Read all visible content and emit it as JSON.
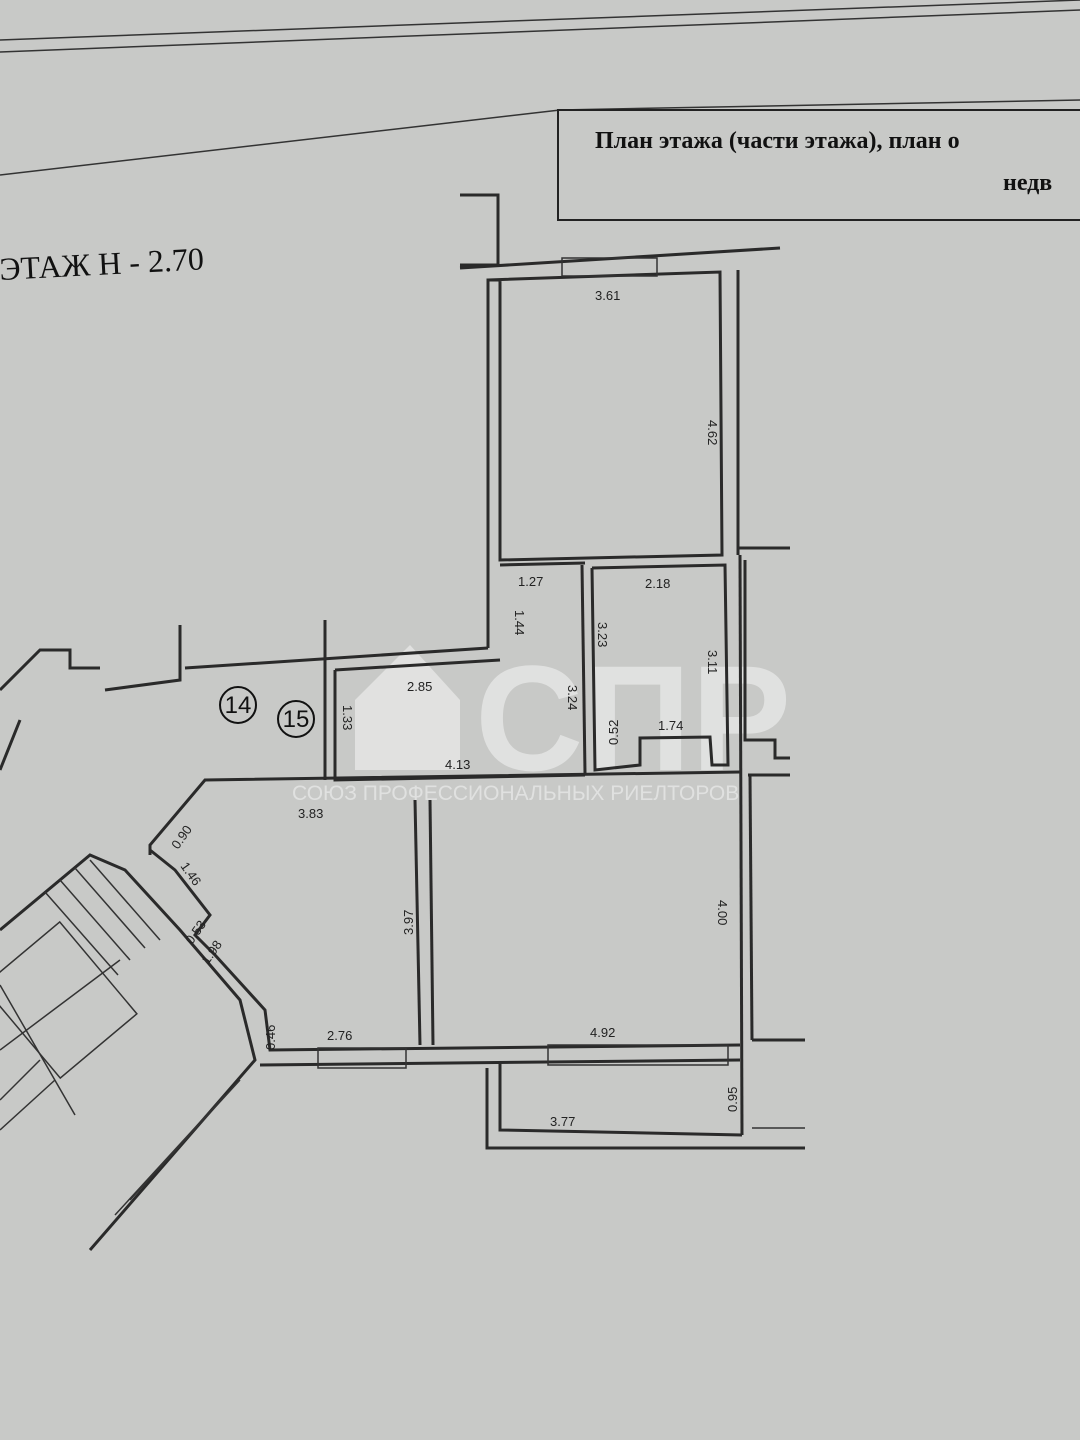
{
  "header": {
    "line1": "План этажа (части этажа), план о",
    "line2": "недв"
  },
  "floor_label": "ЭТАЖ Н - 2.70",
  "room_markers": [
    "14",
    "15"
  ],
  "dimensions": {
    "top_room_width": "3.61",
    "top_room_length": "4.62",
    "hall_small_width": "1.27",
    "hall_small_length": "1.44",
    "bath_width": "2.18",
    "bath_length_left": "3.23",
    "bath_length_right": "3.11",
    "corridor_width": "2.85",
    "corridor_entry": "1.33",
    "corridor_height": "3.24",
    "bath_step_width": "1.74",
    "bath_step_height": "0.52",
    "corridor_length": "4.13",
    "left_room_width": "3.83",
    "left_seg_a": "0.90",
    "left_seg_b": "1.46",
    "left_seg_c": "0.53",
    "left_seg_d": "1.98",
    "left_room_length": "3.97",
    "right_room_length": "4.00",
    "left_seg_e": "0.46",
    "left_room_bottom": "2.76",
    "right_room_width": "4.92",
    "balcony_depth": "0.95",
    "balcony_width": "3.77"
  },
  "watermark": {
    "logo": "СПР",
    "caption": "СОЮЗ ПРОФЕССИОНАЛЬНЫХ РИЕЛТОРОВ"
  }
}
